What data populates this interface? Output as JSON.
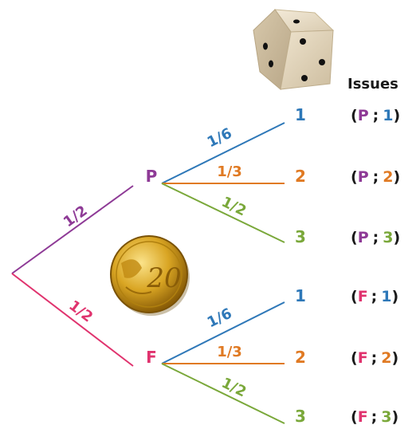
{
  "colors": {
    "purple": "#8e3a96",
    "pink": "#e0336e",
    "blue": "#2e78b8",
    "orange": "#e07a23",
    "green": "#7aa83a",
    "dark": "#1a1a1a",
    "die_face": "#e8dcc6",
    "die_pip": "#111111",
    "coin_gold": "#d4a21c"
  },
  "header": {
    "issues": "Issues"
  },
  "first_level": {
    "p": {
      "label": "P",
      "prob": "1/2"
    },
    "f": {
      "label": "F",
      "prob": "1/2"
    }
  },
  "second_level": {
    "probs": [
      "1/6",
      "1/3",
      "1/2"
    ],
    "outcomes": [
      "1",
      "2",
      "3"
    ]
  },
  "issues": [
    {
      "a": "P",
      "b": "1"
    },
    {
      "a": "P",
      "b": "2"
    },
    {
      "a": "P",
      "b": "3"
    },
    {
      "a": "F",
      "b": "1"
    },
    {
      "a": "F",
      "b": "2"
    },
    {
      "a": "F",
      "b": "3"
    }
  ],
  "punct": {
    "open": "(",
    "sep": ";",
    "close": ")"
  },
  "pictures": {
    "die": "die-icon",
    "coin": "coin-20-cent-icon",
    "coin_digits": "20"
  }
}
